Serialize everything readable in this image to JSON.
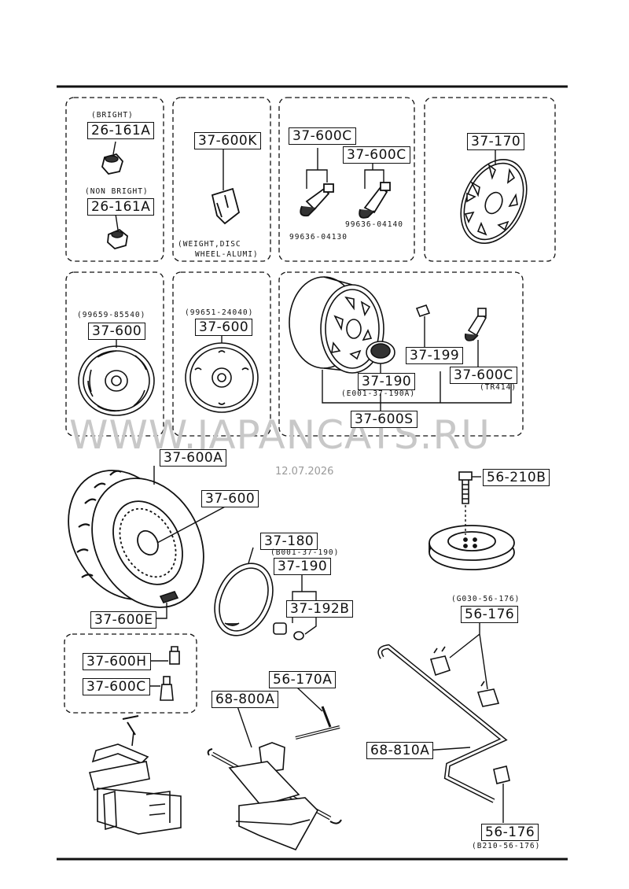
{
  "watermark": "WWW.JAPANCATS.RU",
  "date": "12.07.2026",
  "labels": {
    "l_26_161a_bright": "26-161A",
    "l_26_161a_nonbright": "26-161A",
    "l_37_600k": "37-600K",
    "l_37_600c_a": "37-600C",
    "l_37_600c_b": "37-600C",
    "l_37_170": "37-170",
    "l_37_600_steel": "37-600",
    "l_37_600_plain": "37-600",
    "l_37_199": "37-199",
    "l_37_190_top": "37-190",
    "l_37_600c_tr": "37-600C",
    "l_37_600s": "37-600S",
    "l_37_600a": "37-600A",
    "l_37_600_tire": "37-600",
    "l_37_600e": "37-600E",
    "l_37_180": "37-180",
    "l_37_190_mid": "37-190",
    "l_37_192b": "37-192B",
    "l_37_600h": "37-600H",
    "l_37_600c_bottom": "37-600C",
    "l_56_210b": "56-210B",
    "l_56_176_top": "56-176",
    "l_56_170a": "56-170A",
    "l_68_800a": "68-800A",
    "l_68_810a": "68-810A",
    "l_56_176_bottom": "56-176"
  },
  "notes": {
    "bright": "(BRIGHT)",
    "non_bright": "(NON BRIGHT)",
    "weight_disc_1": "(WEIGHT,DISC",
    "weight_disc_2": "WHEEL-ALUMI)",
    "pn_99636_04130": "99636-04130",
    "pn_99636_04140": "99636-04140",
    "pn_99659_85540": "(99659-85540)",
    "pn_99651_24040": "(99651-24040)",
    "e001_37_190a": "(E001-37-190A)",
    "tr414": "(TR414)",
    "b001_37_190": "(B001-37-190)",
    "g030_56_176": "(G030-56-176)",
    "b210_56_176": "(B210-56-176)"
  }
}
